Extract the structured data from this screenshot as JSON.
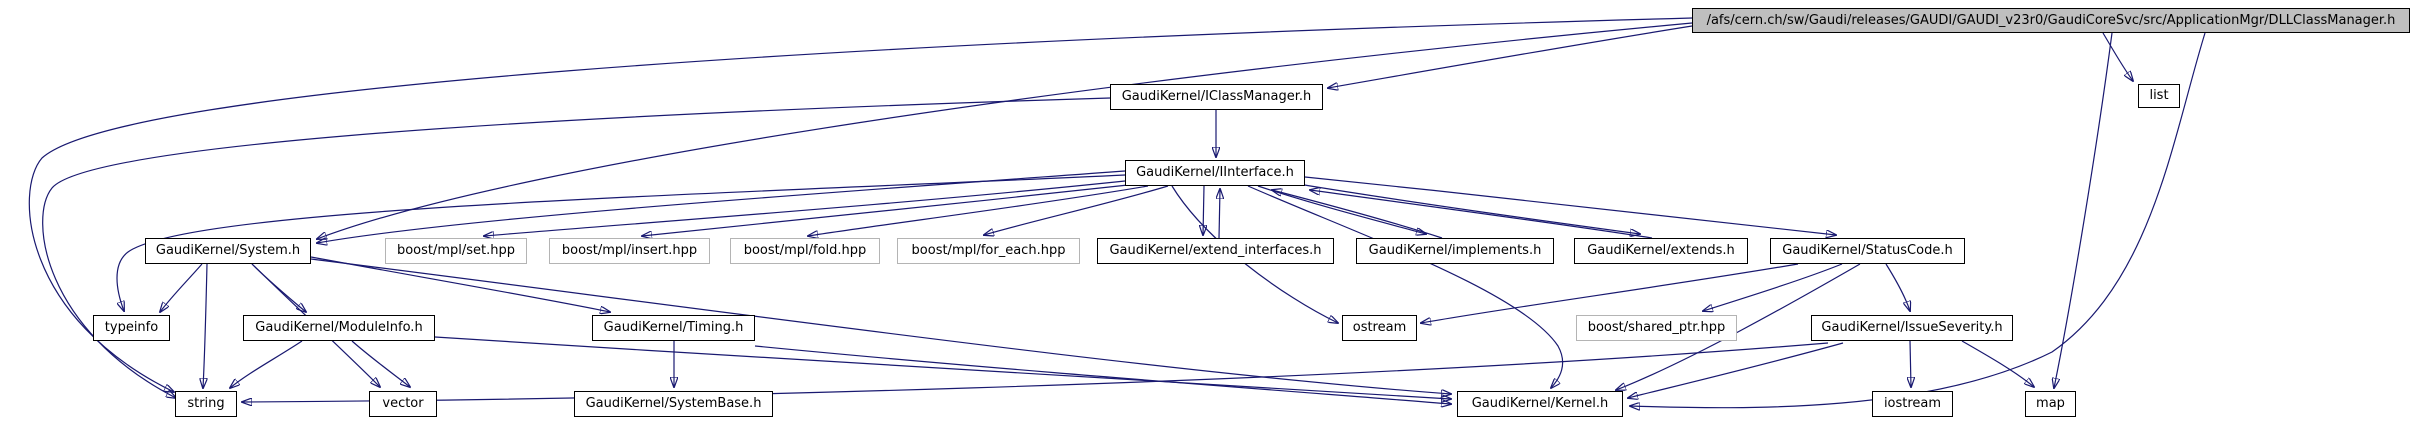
{
  "diagram": {
    "type": "doxygen-include-dependency-graph",
    "edge_color": "#191970",
    "root_fill_color": "#bfbfbf",
    "external_border_color": "#b4b4b4",
    "nodes": [
      {
        "id": "dll",
        "label": "/afs/cern.ch/sw/Gaudi/releases/GAUDI/GAUDI_v23r0/GaudiCoreSvc/src/ApplicationMgr/DLLClassManager.h",
        "kind": "root"
      },
      {
        "id": "icm",
        "label": "GaudiKernel/IClassManager.h",
        "kind": "internal"
      },
      {
        "id": "list",
        "label": "list",
        "kind": "internal"
      },
      {
        "id": "iif",
        "label": "GaudiKernel/IInterface.h",
        "kind": "internal"
      },
      {
        "id": "sys",
        "label": "GaudiKernel/System.h",
        "kind": "internal"
      },
      {
        "id": "set",
        "label": "boost/mpl/set.hpp",
        "kind": "external"
      },
      {
        "id": "ins",
        "label": "boost/mpl/insert.hpp",
        "kind": "external"
      },
      {
        "id": "fold",
        "label": "boost/mpl/fold.hpp",
        "kind": "external"
      },
      {
        "id": "fe",
        "label": "boost/mpl/for_each.hpp",
        "kind": "external"
      },
      {
        "id": "ei",
        "label": "GaudiKernel/extend_interfaces.h",
        "kind": "internal"
      },
      {
        "id": "imp",
        "label": "GaudiKernel/implements.h",
        "kind": "internal"
      },
      {
        "id": "ext",
        "label": "GaudiKernel/extends.h",
        "kind": "internal"
      },
      {
        "id": "sc",
        "label": "GaudiKernel/StatusCode.h",
        "kind": "internal"
      },
      {
        "id": "ti",
        "label": "typeinfo",
        "kind": "internal"
      },
      {
        "id": "mi",
        "label": "GaudiKernel/ModuleInfo.h",
        "kind": "internal"
      },
      {
        "id": "tim",
        "label": "GaudiKernel/Timing.h",
        "kind": "internal"
      },
      {
        "id": "ost",
        "label": "ostream",
        "kind": "internal"
      },
      {
        "id": "sp",
        "label": "boost/shared_ptr.hpp",
        "kind": "external"
      },
      {
        "id": "is",
        "label": "GaudiKernel/IssueSeverity.h",
        "kind": "internal"
      },
      {
        "id": "str",
        "label": "string",
        "kind": "internal"
      },
      {
        "id": "vec",
        "label": "vector",
        "kind": "internal"
      },
      {
        "id": "sb",
        "label": "GaudiKernel/SystemBase.h",
        "kind": "internal"
      },
      {
        "id": "ker",
        "label": "GaudiKernel/Kernel.h",
        "kind": "internal"
      },
      {
        "id": "ios",
        "label": "iostream",
        "kind": "internal"
      },
      {
        "id": "map",
        "label": "map",
        "kind": "internal"
      }
    ],
    "edges": [
      {
        "from": "dll",
        "to": "icm"
      },
      {
        "from": "dll",
        "to": "sys"
      },
      {
        "from": "dll",
        "to": "str"
      },
      {
        "from": "dll",
        "to": "ker"
      },
      {
        "from": "dll",
        "to": "list"
      },
      {
        "from": "dll",
        "to": "map"
      },
      {
        "from": "icm",
        "to": "iif"
      },
      {
        "from": "icm",
        "to": "str"
      },
      {
        "from": "iif",
        "to": "sys"
      },
      {
        "from": "iif",
        "to": "set"
      },
      {
        "from": "iif",
        "to": "ins"
      },
      {
        "from": "iif",
        "to": "fold"
      },
      {
        "from": "iif",
        "to": "fe"
      },
      {
        "from": "iif",
        "to": "ei"
      },
      {
        "from": "iif",
        "to": "imp"
      },
      {
        "from": "iif",
        "to": "ext"
      },
      {
        "from": "iif",
        "to": "sc"
      },
      {
        "from": "iif",
        "to": "ti"
      },
      {
        "from": "iif",
        "to": "ost"
      },
      {
        "from": "iif",
        "to": "ker"
      },
      {
        "from": "ei",
        "to": "iif"
      },
      {
        "from": "imp",
        "to": "iif"
      },
      {
        "from": "ext",
        "to": "iif"
      },
      {
        "from": "sys",
        "to": "ti"
      },
      {
        "from": "sys",
        "to": "mi"
      },
      {
        "from": "sys",
        "to": "tim"
      },
      {
        "from": "sys",
        "to": "str"
      },
      {
        "from": "sys",
        "to": "vec"
      },
      {
        "from": "sys",
        "to": "ker"
      },
      {
        "from": "mi",
        "to": "str"
      },
      {
        "from": "mi",
        "to": "vec"
      },
      {
        "from": "mi",
        "to": "ker"
      },
      {
        "from": "tim",
        "to": "sb"
      },
      {
        "from": "tim",
        "to": "ker"
      },
      {
        "from": "sc",
        "to": "ost"
      },
      {
        "from": "sc",
        "to": "sp"
      },
      {
        "from": "sc",
        "to": "is"
      },
      {
        "from": "sc",
        "to": "ker"
      },
      {
        "from": "is",
        "to": "str"
      },
      {
        "from": "is",
        "to": "ios"
      },
      {
        "from": "is",
        "to": "map"
      },
      {
        "from": "is",
        "to": "ker"
      }
    ]
  }
}
